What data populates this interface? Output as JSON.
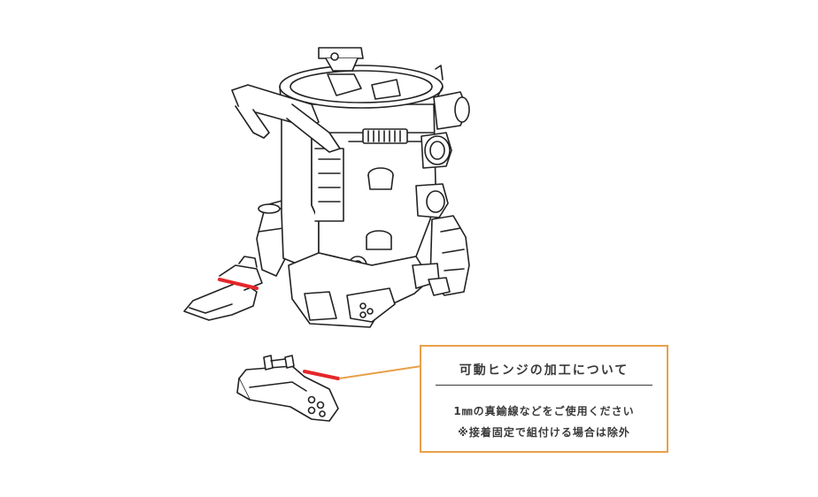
{
  "note": {
    "title": "可動ヒンジの加工について",
    "line1": "1㎜の真鍮線などをご使用ください",
    "line2": "※接着固定で組付ける場合は除外"
  },
  "colors": {
    "line_art": "#222222",
    "marker": "#e5262a",
    "leader": "#e8a04a",
    "text": "#3a3a3a"
  },
  "icons": {
    "main": "robot-pod-model-illustration",
    "part": "hinge-part-illustration"
  }
}
